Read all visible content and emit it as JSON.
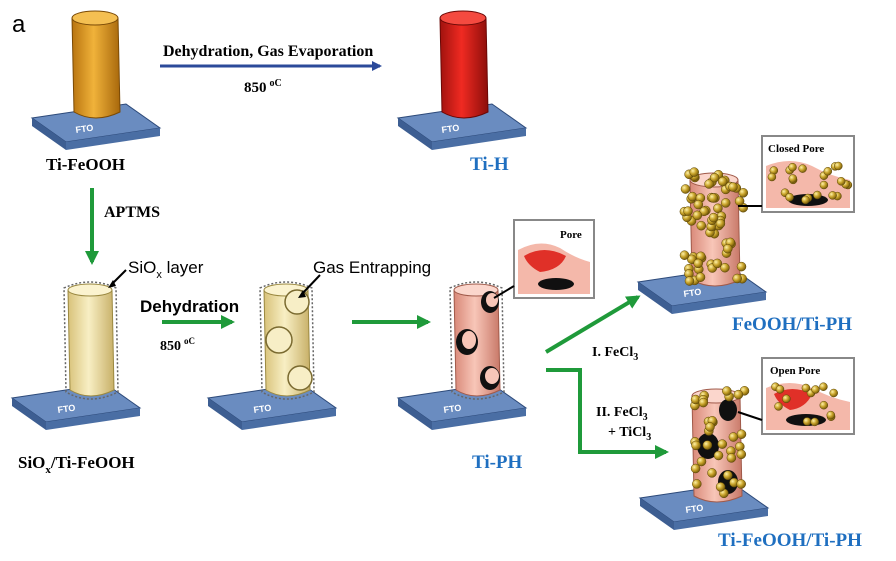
{
  "panel_letter": "a",
  "fto": "FTO",
  "top": {
    "arrow_label": "Dehydration, Gas Evaporation",
    "temperature": "850",
    "temperature_unit": "oC",
    "left_label": "Ti-FeOOH",
    "right_label": "Ti-H"
  },
  "aptms": "APTMS",
  "siox": {
    "base": "SiO",
    "sub": "x",
    "suffix": " layer"
  },
  "dehydration": {
    "label": "Dehydration",
    "temperature": "850",
    "unit": "oC"
  },
  "gas_entrapping": "Gas Entrapping",
  "pore_label": "Pore",
  "closed_pore_label": "Closed Pore",
  "open_pore_label": "Open Pore",
  "siox_ti_feooh": {
    "a": "SiO",
    "sub": "x",
    "b": "/Ti-FeOOH"
  },
  "ti_ph": "Ti-PH",
  "feooh_ti_ph": "FeOOH/Ti-PH",
  "ti_feooh_ti_ph": "Ti-FeOOH/Ti-PH",
  "route1": {
    "prefix": "I. FeCl",
    "sub": "3"
  },
  "route2": {
    "line1": "II. FeCl",
    "line1_sub": "3",
    "line2": "+ TiCl",
    "line2_sub": "3"
  },
  "colors": {
    "title_blue": "#1f6fc0",
    "arrow_blue": "#2b4a9a",
    "arrow_green": "#1f9a3a",
    "substrate": "#5b7fb5",
    "goethite": "#d89a28",
    "hematite": "#d8201c",
    "coated": "#f0e2a6",
    "porous": "#f2b2a4",
    "particle": "#c8a32a"
  }
}
